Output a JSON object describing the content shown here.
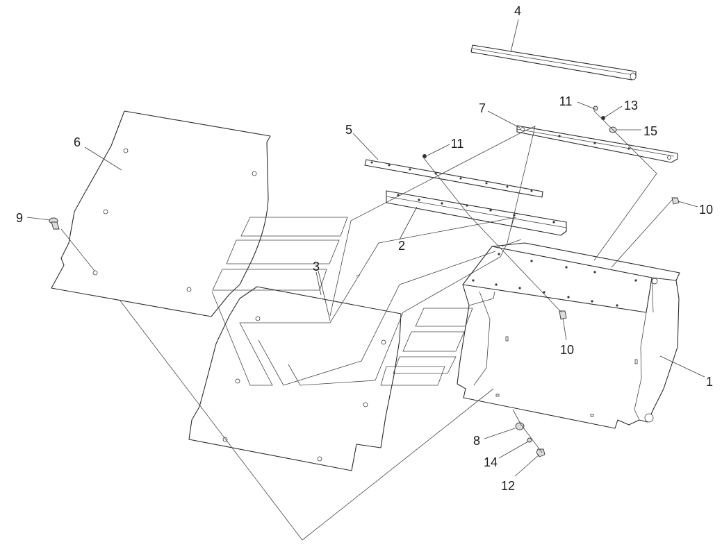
{
  "labels": [
    "1",
    "2",
    "3",
    "4",
    "5",
    "6",
    "7",
    "8",
    "9",
    "10",
    "10",
    "11",
    "11",
    "12",
    "13",
    "14",
    "15"
  ]
}
